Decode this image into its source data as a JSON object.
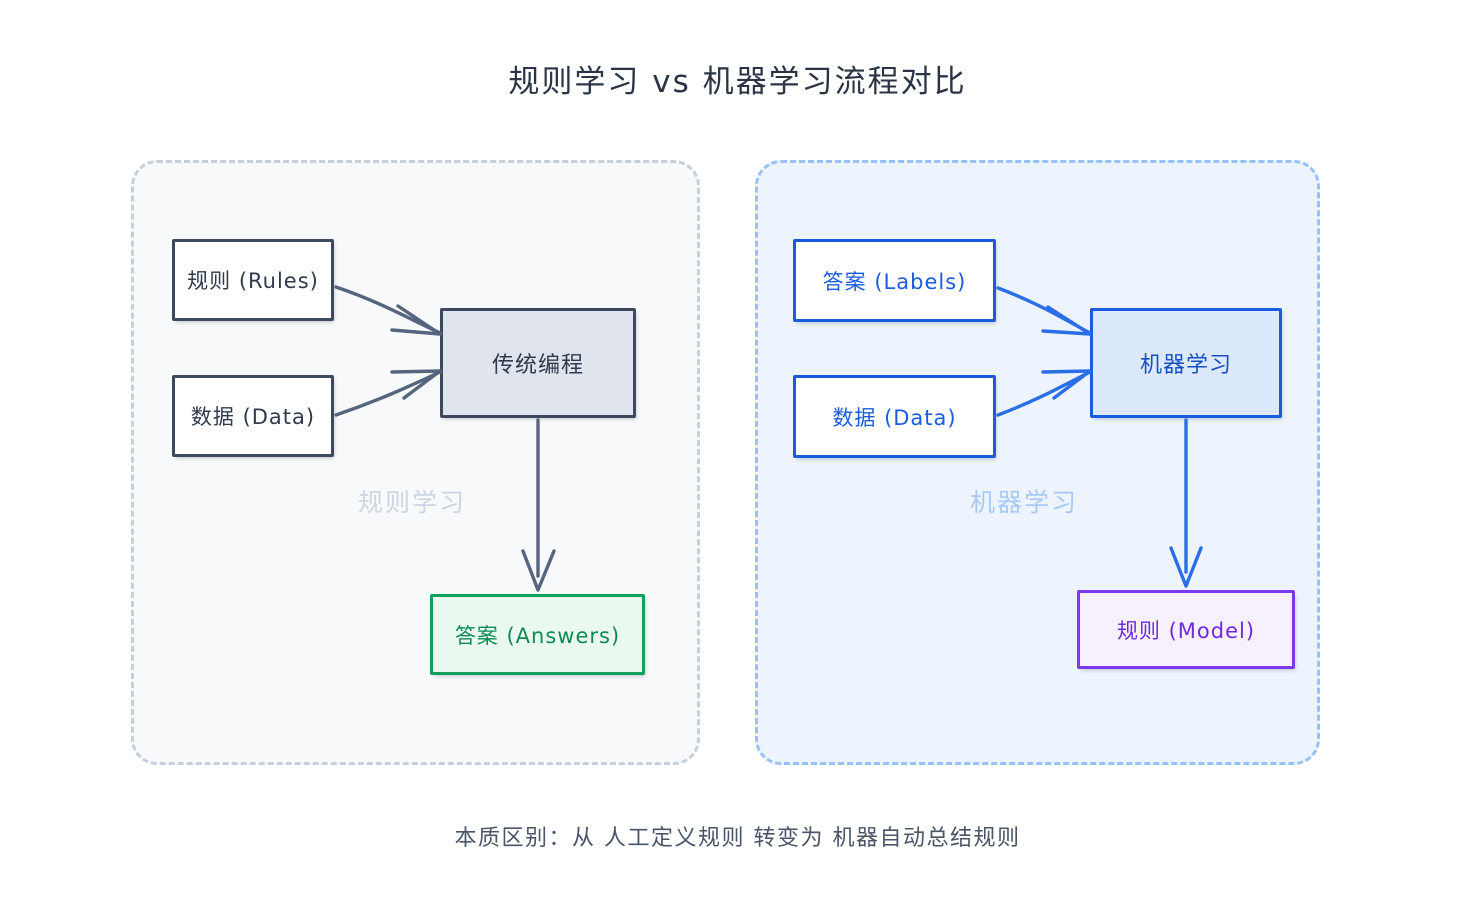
{
  "title": "规则学习 vs 机器学习流程对比",
  "footer": "本质区别：从 人工定义规则 转变为 机器自动总结规则",
  "panels": {
    "left": {
      "watermark": "规则学习",
      "fill_color": "#f8f9fb",
      "border_color": "#c6cfdb",
      "nodes": {
        "rules": "规则 (Rules)",
        "data": "数据 (Data)",
        "process": "传统编程",
        "output": "答案 (Answers)"
      },
      "colors": {
        "node_border": "#3d4a5e",
        "process_fill": "#dfe4ed",
        "output_border": "#11a05c",
        "output_fill": "#e9f9f0",
        "output_text": "#0f8a52",
        "arrow": "#55657d",
        "watermark_text": "#ccd5e2"
      }
    },
    "right": {
      "watermark": "机器学习",
      "fill_color": "#eef4fe",
      "border_color": "#97c2f7",
      "nodes": {
        "labels": "答案 (Labels)",
        "data": "数据 (Data)",
        "process": "机器学习",
        "output": "规则 (Model)"
      },
      "colors": {
        "node_border": "#1a5ce0",
        "process_fill": "#dce8fb",
        "output_border": "#7c3aed",
        "output_fill": "#f7f1fe",
        "output_text": "#7129e0",
        "arrow": "#2a6ee8",
        "watermark_text": "#a7caf8"
      }
    }
  }
}
